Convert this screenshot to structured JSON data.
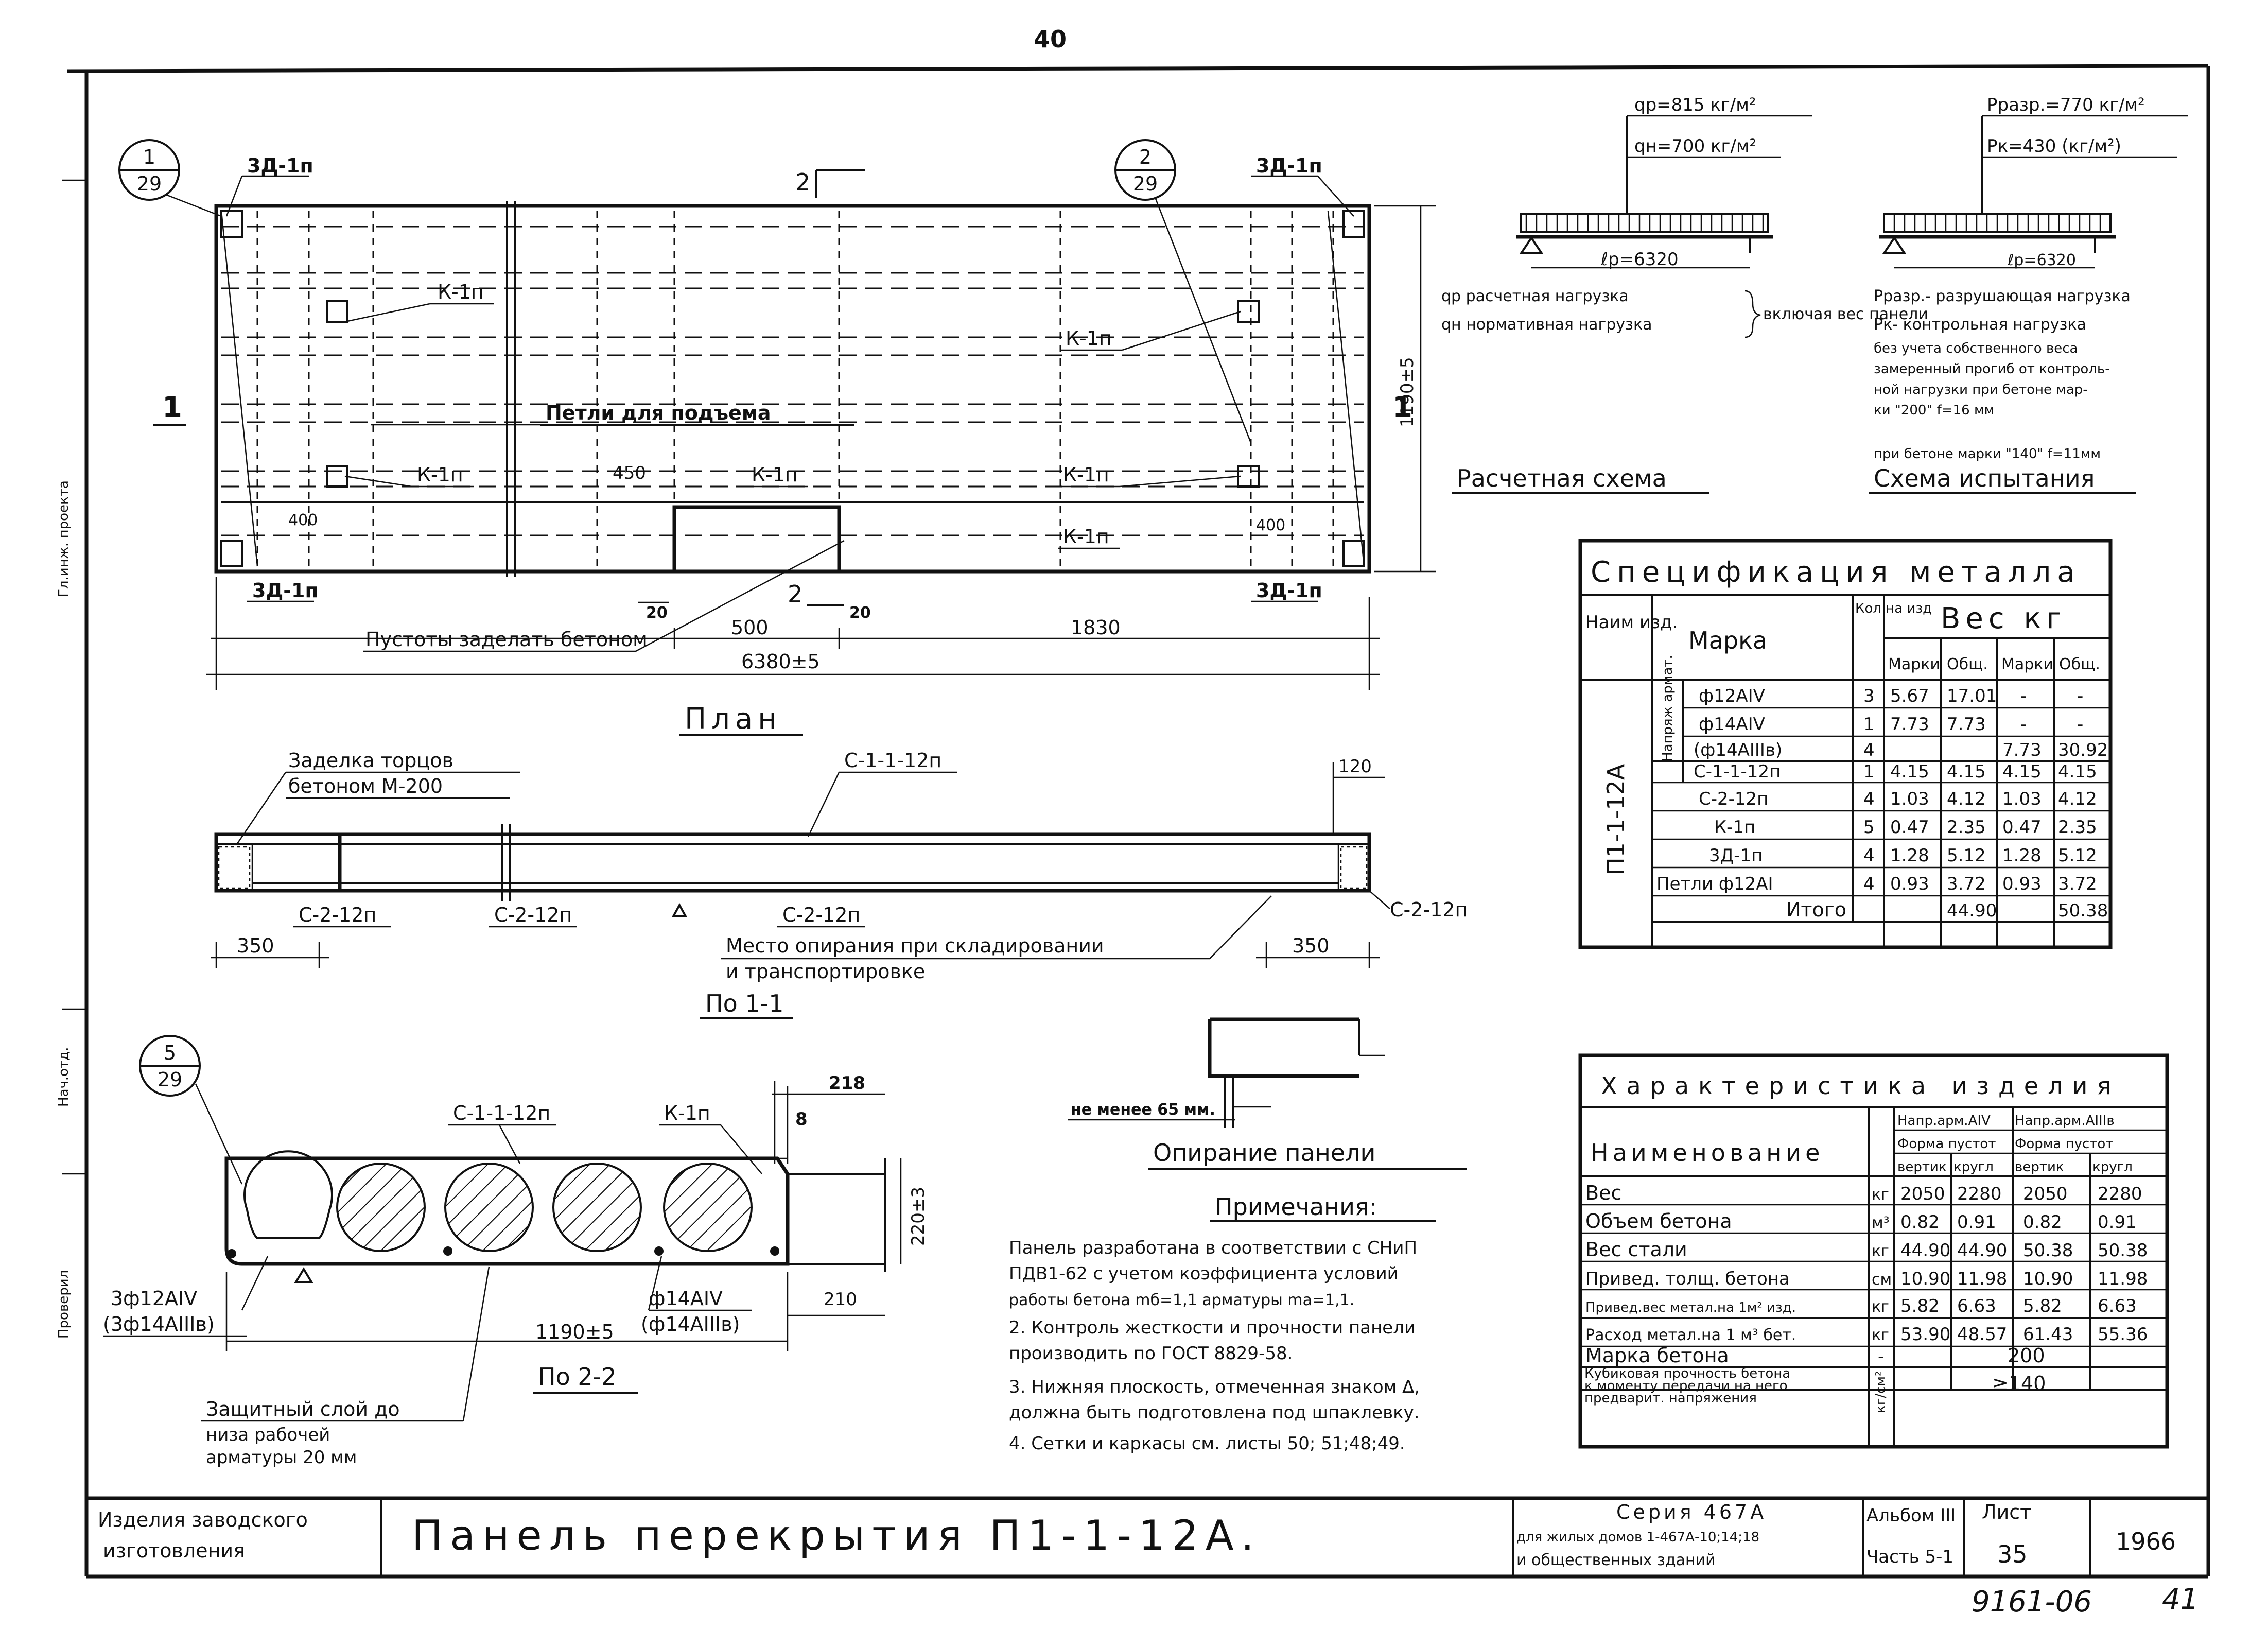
{
  "page_number": "40",
  "plan": {
    "title": "План",
    "callout_left": {
      "num": "1",
      "sheet": "29"
    },
    "callout_right": {
      "num": "2",
      "sheet": "29"
    },
    "cut_top": "2",
    "cut_bottom": "2",
    "cut_left": "1",
    "cut_right": "1",
    "label_3d_tl": "3Д-1п",
    "label_3d_tr": "3Д-1п",
    "label_3d_bl": "3Д-1п",
    "label_3d_br": "3Д-1п",
    "label_k1": "К-1п",
    "label_k2": "К-1п",
    "label_k3": "К-1п",
    "label_k4": "К-1п",
    "label_k5": "К-1п",
    "label_k6": "К-1п",
    "loops_label": "Петли   для   подъема",
    "voids_note": "Пустоты заделать бетоном",
    "dim_450": "450",
    "dim_400_left": "400",
    "dim_400_right": "400",
    "dim_20_left": "20",
    "dim_20_right": "20",
    "dim_500": "500",
    "dim_1830": "1830",
    "dim_total": "6380±5",
    "dim_width": "1190±5"
  },
  "section_1_1": {
    "title": "По 1-1",
    "end_fill_note_1": "Заделка торцов",
    "end_fill_note_2": "бетоном  М-200",
    "mesh_top": "С-1-1-12п",
    "dim_120": "120",
    "mesh_b1": "С-2-12п",
    "mesh_b2": "С-2-12п",
    "mesh_b3": "С-2-12п",
    "mesh_b4": "С-2-12п",
    "dim_350_left": "350",
    "dim_350_right": "350",
    "support_note_1": "Место опирания при складировании",
    "support_note_2": "и транспортировке"
  },
  "section_2_2": {
    "title": "По 2-2",
    "callout": {
      "num": "5",
      "sheet": "29"
    },
    "mesh_label": "С-1-1-12п",
    "frame_label": "К-1п",
    "dim_218": "218",
    "dim_8": "8",
    "dim_220": "220±3",
    "dim_210": "210",
    "dim_1190": "1190±5",
    "rebar_left_1": "3ф12АIV",
    "rebar_left_2": "(3ф14АIIIв)",
    "rebar_right_1": "ф14АIV",
    "rebar_right_2": "(ф14АIIIв)",
    "cover_note_1": "Защитный слой до",
    "cover_note_2": "низа рабочей",
    "cover_note_3": "арматуры 20 мм"
  },
  "support_detail": {
    "min_label": "не менее 65 мм.",
    "title": "Опирание панели"
  },
  "notes": {
    "title": "Примечания:",
    "lines": [
      "Панель разработана в соответствии с СНиП",
      "ПДВ1-62 с учетом коэффициента условий",
      "работы бетона mб=1,1 арматуры mа=1,1.",
      "2. Контроль жесткости и прочности панели",
      "производить  по ГОСТ 8829-58.",
      "3. Нижняя плоскость, отмеченная знаком Δ,",
      "должна быть подготовлена под шпаклевку.",
      "4. Сетки и каркасы  см. листы 50; 51;48;49."
    ]
  },
  "calc_scheme": {
    "title": "Расчетная схема",
    "qp_label": "qр=815 кг/м²",
    "qn_label": "qн=700 кг/м²",
    "span": "ℓр=6320",
    "legend_1": "qр расчетная нагрузка",
    "legend_2": "qн нормативная нагрузка",
    "legend_brace": "включая вес панели"
  },
  "test_scheme": {
    "title": "Схема испытания",
    "pr_label": "Рразр.=770 кг/м²",
    "pk_label": "Рк=430 (кг/м²)",
    "span": "ℓр=6320",
    "legend_lines": [
      "Рразр.- разрушающая нагрузка",
      "Рк- контрольная нагрузка",
      "без учета собственного веса",
      "замеренный прогиб от контроль-",
      "ной нагрузки при бетоне мар-",
      "ки \"200\"  f=16 мм",
      "при бетоне марки \"140\" f=11мм"
    ]
  },
  "metal_spec": {
    "title": "Спецификация металла",
    "col_name": "Наим изд.",
    "col_mark": "Марка",
    "col_qty": "Кол на изд",
    "col_weight": "Вес кг",
    "sub_headers": [
      "Марки",
      "Общ.",
      "Марки",
      "Общ."
    ],
    "product": "П1-1-12А",
    "group_label": "Напряж армат.",
    "rows": [
      {
        "mark": "ф12АIV",
        "qty": "3",
        "w1": "5.67",
        "t1": "17.01",
        "w2": "-",
        "t2": "-"
      },
      {
        "mark": "ф14АIV",
        "qty": "1",
        "w1": "7.73",
        "t1": "7.73",
        "w2": "-",
        "t2": "-"
      },
      {
        "mark": "(ф14АIIIв)",
        "qty": "4",
        "w1": "",
        "t1": "",
        "w2": "7.73",
        "t2": "30.92"
      },
      {
        "mark": "С-1-1-12п",
        "qty": "1",
        "w1": "4.15",
        "t1": "4.15",
        "w2": "4.15",
        "t2": "4.15"
      },
      {
        "mark": "С-2-12п",
        "qty": "4",
        "w1": "1.03",
        "t1": "4.12",
        "w2": "1.03",
        "t2": "4.12"
      },
      {
        "mark": "К-1п",
        "qty": "5",
        "w1": "0.47",
        "t1": "2.35",
        "w2": "0.47",
        "t2": "2.35"
      },
      {
        "mark": "3Д-1п",
        "qty": "4",
        "w1": "1.28",
        "t1": "5.12",
        "w2": "1.28",
        "t2": "5.12"
      },
      {
        "mark": "Петли ф12АI",
        "qty": "4",
        "w1": "0.93",
        "t1": "3.72",
        "w2": "0.93",
        "t2": "3.72"
      }
    ],
    "total_label": "Итого",
    "total_1": "44.90",
    "total_2": "50.38"
  },
  "characteristics": {
    "title": "Характеристика изделия",
    "col_name": "Наименование",
    "grp1": "Напр.арм.АIV",
    "grp2": "Напр.арм.АIIIв",
    "form1": "Форма пустот",
    "form2": "Форма пустот",
    "sub": [
      "вертик",
      "кругл",
      "вертик",
      "кругл"
    ],
    "rows": [
      {
        "name": "Вес",
        "unit": "кг",
        "v": [
          "2050",
          "2280",
          "2050",
          "2280"
        ]
      },
      {
        "name": "Объем бетона",
        "unit": "м³",
        "v": [
          "0.82",
          "0.91",
          "0.82",
          "0.91"
        ]
      },
      {
        "name": "Вес стали",
        "unit": "кг",
        "v": [
          "44.90",
          "44.90",
          "50.38",
          "50.38"
        ]
      },
      {
        "name": "Привед. толщ. бетона",
        "unit": "см",
        "v": [
          "10.90",
          "11.98",
          "10.90",
          "11.98"
        ]
      },
      {
        "name": "Привед.вес метал.на 1м² изд.",
        "unit": "кг",
        "v": [
          "5.82",
          "6.63",
          "5.82",
          "6.63"
        ]
      },
      {
        "name": "Расход метал.на 1 м³ бет.",
        "unit": "кг",
        "v": [
          "53.90",
          "48.57",
          "61.43",
          "55.36"
        ]
      }
    ],
    "concrete_mark_label": "Марка  бетона",
    "concrete_mark_unit": "-",
    "concrete_mark_value": "200",
    "strength_label_1": "Кубиковая прочность бетона",
    "strength_label_2": "к моменту передачи на него",
    "strength_label_3": "предварит. напряжения",
    "strength_unit": "кг/см²",
    "strength_value": "≥140"
  },
  "title_block": {
    "left_1": "Изделия заводского",
    "left_2": "изготовления",
    "main_title": "Панель перекрытия  П1-1-12А.",
    "series_1": "Серия 467А",
    "series_2": "для жилых домов 1-467А-10;14;18",
    "series_3": "и общественных зданий",
    "album_label": "Альбом III",
    "part_label": "Часть 5-1",
    "sheet_label": "Лист",
    "sheet_value": "35",
    "year": "1966"
  },
  "footer_code": "9161-06",
  "footer_page": "41",
  "margin_stamp_1": "Гл.инж. проекта",
  "margin_stamp_2": "Нач.отд.",
  "margin_stamp_3": "Проверил"
}
